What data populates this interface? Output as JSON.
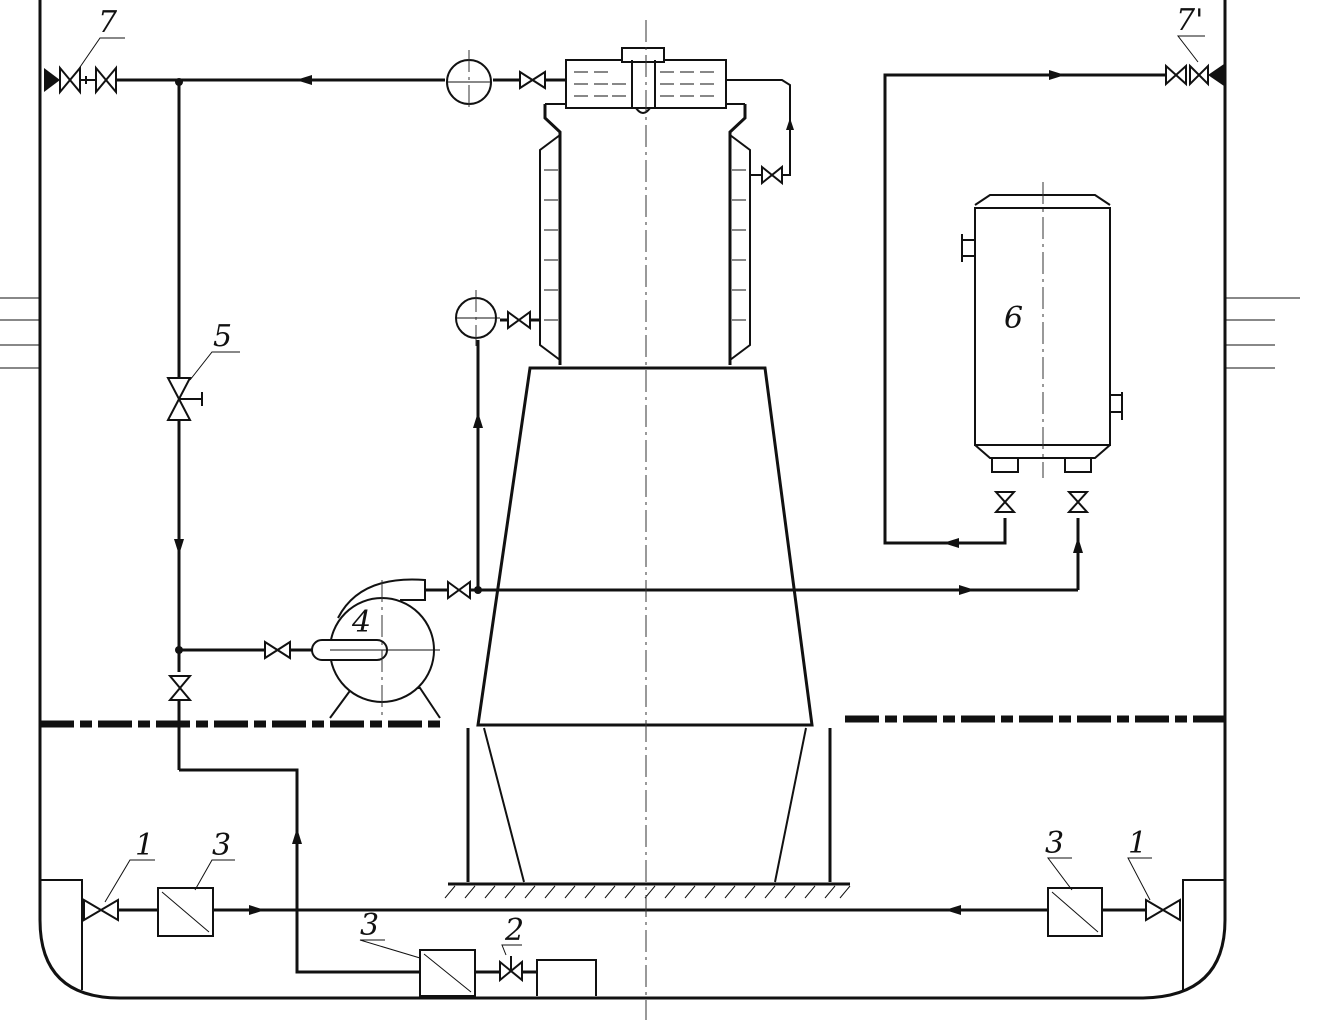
{
  "labels": {
    "valve_sea_left": "1",
    "valve_sea_right": "1",
    "valve_bottom": "2",
    "filter_left": "3",
    "filter_right": "3",
    "filter_bottom": "3",
    "pump": "4",
    "valve_bypass": "5",
    "cooler": "6",
    "overboard_left": "7",
    "overboard_right": "7'"
  },
  "colors": {
    "line": "#111111",
    "background": "#ffffff"
  }
}
